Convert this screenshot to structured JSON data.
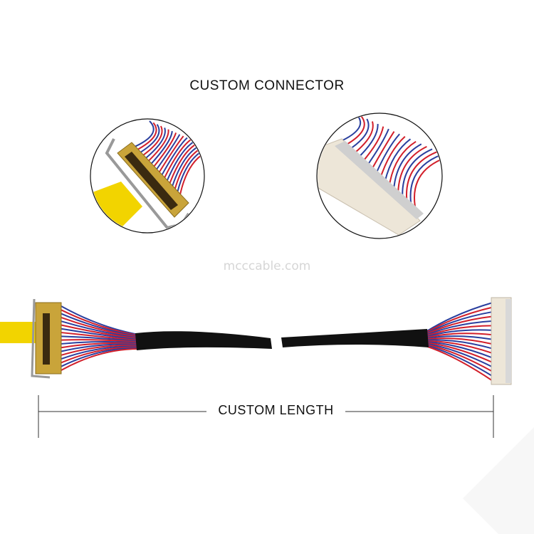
{
  "heading": "CUSTOM CONNECTOR",
  "watermark": "mcccable.com",
  "dimension_label": "CUSTOM LENGTH",
  "colors": {
    "wire_red": "#d21f2a",
    "wire_blue": "#2a3f9e",
    "sleeve": "#111111",
    "gold": "#c9a43a",
    "tape": "#f2d400",
    "plug_white": "#ede6d8"
  }
}
